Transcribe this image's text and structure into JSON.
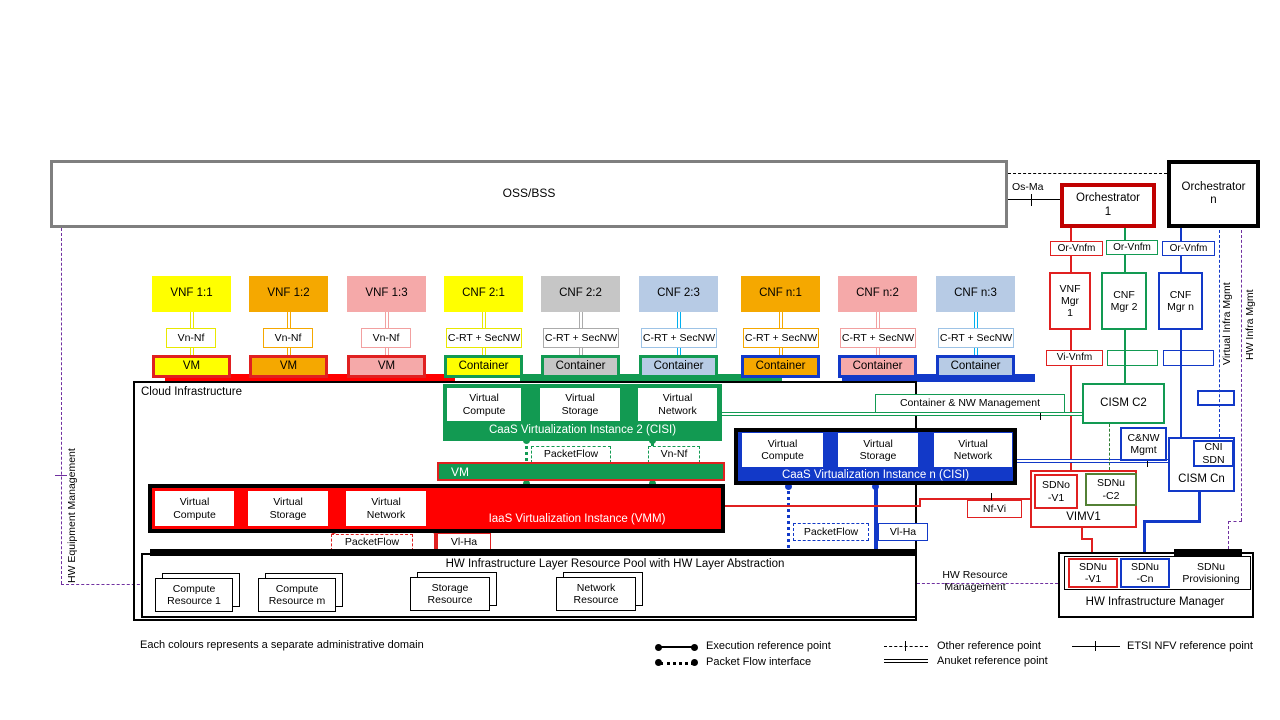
{
  "colors": {
    "yellow": "#FFFF00",
    "orange": "#F5A800",
    "pink": "#F5A9A9",
    "gray": "#C6C6C6",
    "light_blue": "#B7CBE5",
    "green": "#129A52",
    "blue": "#1239C8",
    "red": "#FF0000",
    "dark_red": "#C00000",
    "red_border": "#E02020",
    "cyan": "#00B0F0",
    "purple": "#7030A0",
    "dark_green": "#538135",
    "gray_border": "#7F7F7F"
  },
  "oss": {
    "label": "OSS/BSS"
  },
  "top_right": {
    "os_ma": "Os-Ma",
    "orchestrator_1": "Orchestrator 1",
    "orchestrator_n": "Orchestrator n",
    "or_vnfm_1": "Or-Vnfm",
    "or_vnfm_2": "Or-Vnfm",
    "or_vnfm_n": "Or-Vnfm",
    "vnf_mgr_1": "VNF Mgr 1",
    "cnf_mgr_2": "CNF Mgr 2",
    "cnf_mgr_n": "CNF Mgr n",
    "vi_vnfm": "Vi-Vnfm",
    "virtual_infra_mgmt": "Virtual Infra Mgmt",
    "hw_infra_mgmt": "HW Infra Mgmt"
  },
  "left": {
    "hw_equipment_mgmt": "HW Equipment Management"
  },
  "nf_columns": [
    {
      "nf": "VNF 1:1",
      "iface": "Vn-Nf",
      "runtime": "VM"
    },
    {
      "nf": "VNF 1:2",
      "iface": "Vn-Nf",
      "runtime": "VM"
    },
    {
      "nf": "VNF 1:3",
      "iface": "Vn-Nf",
      "runtime": "VM"
    },
    {
      "nf": "CNF 2:1",
      "iface": "C-RT + SecNW",
      "runtime": "Container"
    },
    {
      "nf": "CNF 2:2",
      "iface": "C-RT + SecNW",
      "runtime": "Container"
    },
    {
      "nf": "CNF 2:3",
      "iface": "C-RT + SecNW",
      "runtime": "Container"
    },
    {
      "nf": "CNF n:1",
      "iface": "C-RT + SecNW",
      "runtime": "Container"
    },
    {
      "nf": "CNF n:2",
      "iface": "C-RT + SecNW",
      "runtime": "Container"
    },
    {
      "nf": "CNF n:3",
      "iface": "C-RT + SecNW",
      "runtime": "Container"
    }
  ],
  "cloud": {
    "label": "Cloud Infrastructure"
  },
  "caas2": {
    "compute": "Virtual Compute",
    "storage": "Virtual Storage",
    "network": "Virtual Network",
    "title": "CaaS Virtualization Instance 2 (CISI)",
    "packetflow": "PacketFlow",
    "vn_nf": "Vn-Nf"
  },
  "vm_bar": {
    "label": "VM"
  },
  "iaas": {
    "compute": "Virtual Compute",
    "storage": "Virtual Storage",
    "network": "Virtual Network",
    "title": "IaaS Virtualization Instance (VMM)",
    "packetflow": "PacketFlow",
    "vl_ha": "Vl-Ha"
  },
  "caasn": {
    "compute": "Virtual Compute",
    "storage": "Virtual Storage",
    "network": "Virtual Network",
    "title": "CaaS Virtualization Instance n (CISI)",
    "packetflow": "PacketFlow",
    "vl_ha": "Vl-Ha"
  },
  "hw_pool": {
    "title": "HW Infrastructure Layer Resource Pool with HW Layer Abstraction",
    "resources": [
      "Compute Resource 1",
      "Compute Resource m",
      "Storage Resource",
      "Network Resource"
    ]
  },
  "right_panel": {
    "container_nw_mgmt": "Container & NW Management",
    "cism_c2": "CISM C2",
    "cnw_mgmt": "C&NW Mgmt",
    "cni_sdn": "CNI SDN",
    "cism_cn": "CISM Cn",
    "nf_vi": "Nf-Vi",
    "sdno_v1": "SDNo -V1",
    "sdnu_c2": "SDNu -C2",
    "vimv1": "VIMV1",
    "hw_resource_mgmt": "HW Resource Management",
    "sdnu_v1": "SDNu -V1",
    "sdnu_cn": "SDNu -Cn",
    "sdnu_provisioning": "SDNu Provisioning",
    "hw_infra_manager": "HW Infrastructure Manager"
  },
  "legend": {
    "note": "Each colours represents a separate administrative domain",
    "execution": "Execution reference point",
    "packet_flow": "Packet Flow interface",
    "other": "Other reference point",
    "anuket": "Anuket reference point",
    "etsi": "ETSI NFV reference point"
  }
}
